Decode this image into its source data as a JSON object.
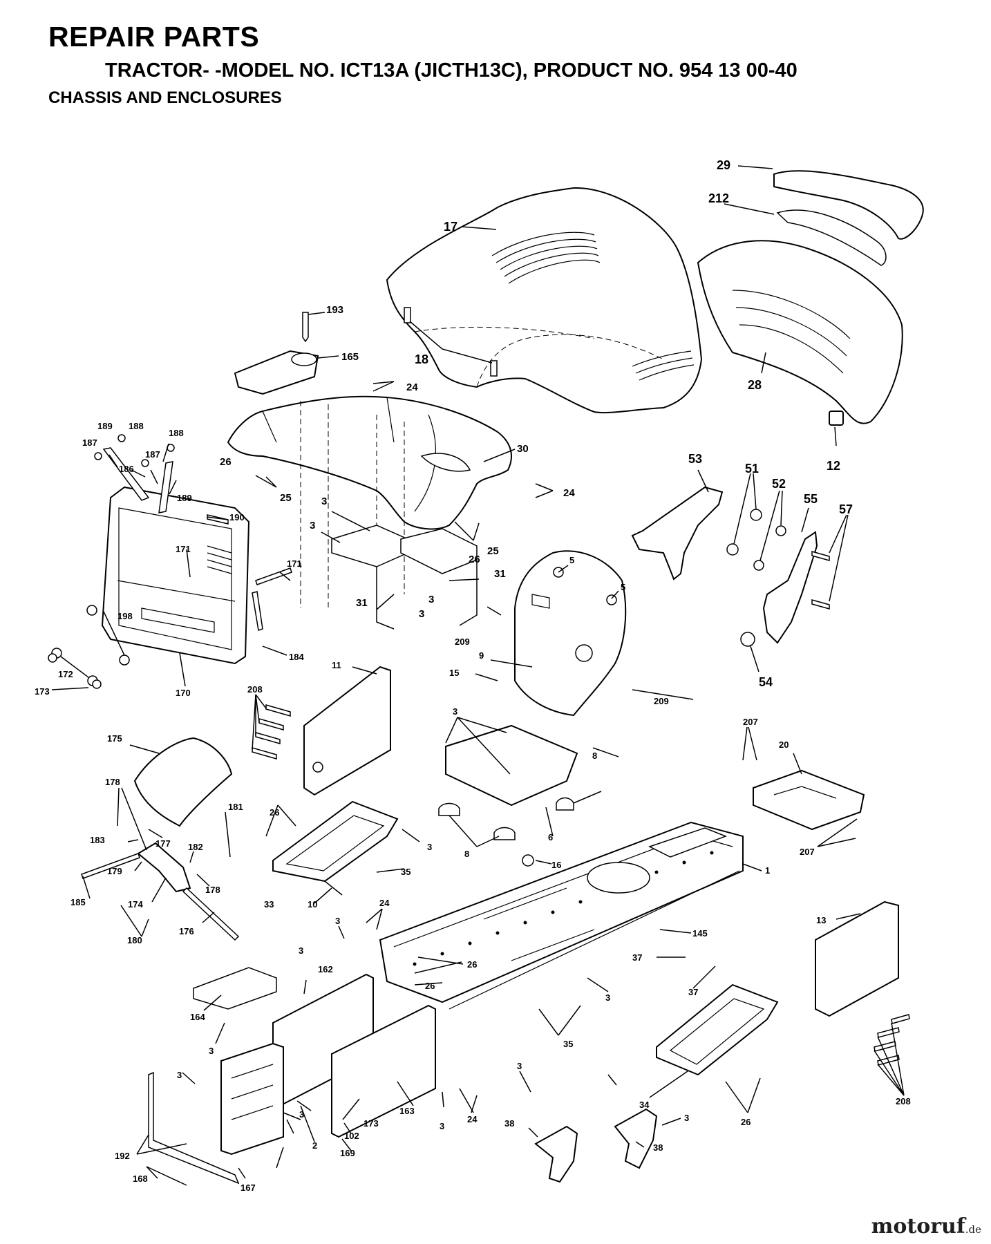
{
  "header": {
    "title": "REPAIR PARTS",
    "subtitle": "TRACTOR- -MODEL NO. ICT13A (JICTH13C), PRODUCT NO. 954 13 00-40",
    "section": "CHASSIS AND ENCLOSURES"
  },
  "watermark": {
    "name": "motoruf",
    "suffix": ".de"
  },
  "callouts": [
    "29",
    "212",
    "17",
    "28",
    "12",
    "193",
    "165",
    "18",
    "24",
    "30",
    "24",
    "25",
    "26",
    "25",
    "26",
    "3",
    "3",
    "31",
    "31",
    "3",
    "3",
    "189",
    "188",
    "188",
    "187",
    "187",
    "186",
    "189",
    "190",
    "171",
    "171",
    "198",
    "172",
    "173",
    "170",
    "184",
    "53",
    "51",
    "52",
    "55",
    "57",
    "54",
    "5",
    "5",
    "209",
    "9",
    "15",
    "209",
    "11",
    "208",
    "3",
    "8",
    "8",
    "6",
    "16",
    "207",
    "20",
    "207",
    "1",
    "175",
    "178",
    "181",
    "183",
    "177",
    "182",
    "179",
    "178",
    "185",
    "174",
    "180",
    "176",
    "26",
    "3",
    "35",
    "33",
    "10",
    "3",
    "24",
    "3",
    "162",
    "26",
    "26",
    "145",
    "37",
    "37",
    "3",
    "13",
    "164",
    "3",
    "35",
    "34",
    "3",
    "173",
    "102",
    "3",
    "169",
    "2",
    "192",
    "163",
    "3",
    "24",
    "3",
    "38",
    "3",
    "38",
    "26",
    "208",
    "168",
    "167"
  ]
}
